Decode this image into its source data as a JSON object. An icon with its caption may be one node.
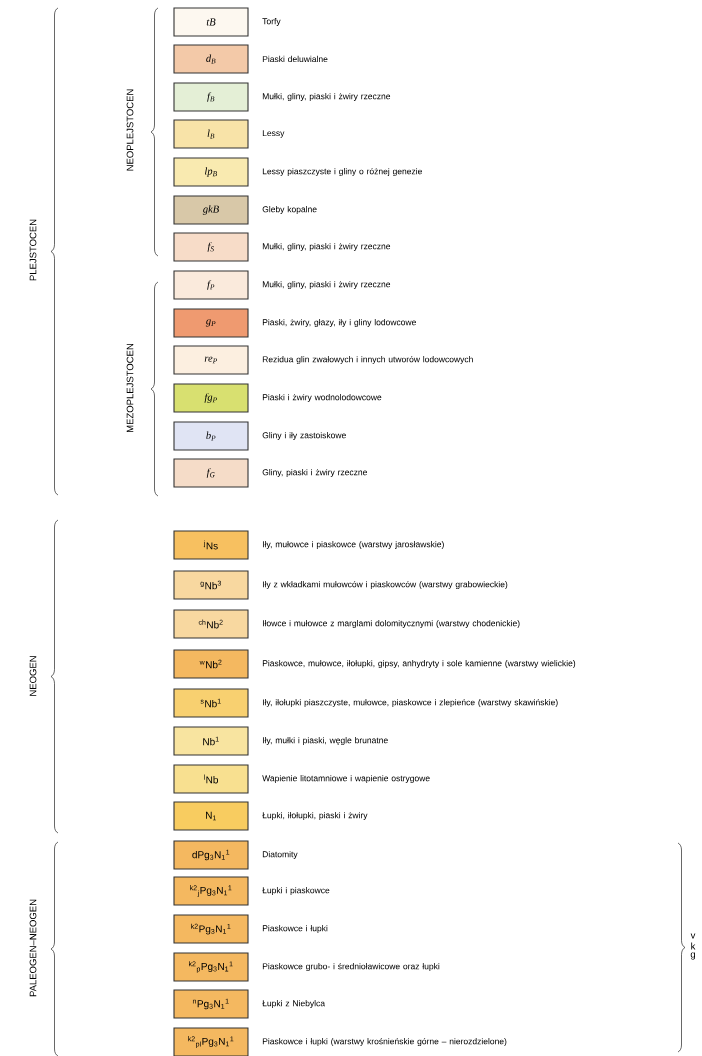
{
  "diagram": {
    "nodes": [
      {
        "text": [
          "tB"
        ],
        "beside": [
          "Torfy"
        ]
      },
      {
        "text": [
          "d$_{B}$"
        ],
        "beside": [
          "Piaski deluwialne"
        ]
      },
      {
        "text": [
          "f$_{B}$"
        ],
        "beside": [
          "Mułki, gliny, piaski i żwiry rzeczne"
        ]
      },
      {
        "text": [
          "l$_{B}$"
        ],
        "beside": [
          "Lessy"
        ]
      },
      {
        "text": [
          "lp$_{B}$"
        ],
        "beside": [
          "Lessy piaszczyste i gliny o różnej genezie"
        ]
      },
      {
        "text": [
          "gkB"
        ],
        "beside": [
          "Gleby kopalne"
        ]
      },
      {
        "text": [
          "f$_{S}$"
        ],
        "beside": [
          "Mułki, gliny, piaski i żwiry rzeczne"
        ]
      },
      {
        "text": [
          "f$_{P}$"
        ],
        "beside": [
          "Mułki, gliny, piaski i żwiry rzeczne"
        ]
      },
      {
        "text": [
          "g$_{P}$"
        ],
        "beside": [
          "Piaski, żwiry, głazy, iły i gliny lodowcowe"
        ]
      },
      {
        "text": [
          "re$_{P}$"
        ],
        "beside": [
          "Rezidua glin zwałowych i innych utworów lodowcowych"
        ]
      },
      {
        "text": [
          "fg$_{P}$"
        ],
        "beside": [
          "Piaski i żwiry wodnolodowcowe"
        ]
      },
      {
        "text": [
          "b$_{P}$"
        ],
        "beside": [
          "Gliny i iły zastoiskowe"
        ]
      },
      {
        "text": [
          "f$_{G}$"
        ],
        "beside": [
          "Gliny, piaski i żwiry rzeczne"
        ]
      },
      {
        "text": [
          "$^{j}$Ns"
        ],
        "beside": [
          "Iły, mułowce i piaskowce (warstwy jarosławskie)"
        ]
      },
      {
        "text": [
          "$^{g}$Nb$^{3}$"
        ],
        "beside": [
          "Iły z wkładkami mułowców i piaskowców (warstwy grabowieckie)"
        ]
      },
      {
        "text": [
          "$^{ch}$Nb$^{2}$"
        ],
        "beside": [
          "Iłowce i mułowce z marglami dolomitycznymi (warstwy chodenickie)"
        ]
      },
      {
        "text": [
          "$^{w}$Nb$^{2}$"
        ],
        "beside": [
          "Piaskowce, mułowce, iłołupki, gipsy, anhydryty i sole kamienne (warstwy wielickie)"
        ]
      },
      {
        "text": [
          "$^{s}$Nb$^{1}$"
        ],
        "beside": [
          "Iły, iłołupki piaszczyste, mułowce, piaskowce i zlepieńce (warstwy skawińskie)"
        ]
      },
      {
        "text": [
          "Nb$^{1}$"
        ],
        "beside": [
          "Iły, mułki i piaski, węgle brunatne"
        ]
      },
      {
        "text": [
          "$^{l}$Nb"
        ],
        "beside": [
          "Wapienie litotamniowe i wapienie ostrygowe"
        ]
      },
      {
        "text": [
          "N$_{1}$"
        ],
        "beside": [
          "Łupki, iłołupki, piaski i żwiry"
        ]
      },
      {
        "text": [
          "dPg$_{3}$N$_{1}$$^{1}$"
        ],
        "beside": [
          "Diatomity"
        ]
      },
      {
        "text": [
          "$^{k2}$$_{j}$Pg$_{3}$N$_{1}$$^{1}$"
        ],
        "beside": [
          "Łupki i piaskowce"
        ]
      },
      {
        "text": [
          "$^{k2}$Pg$_{3}$N$_{1}$$^{1}$"
        ],
        "beside": [
          "Piaskowce i łupki"
        ]
      },
      {
        "text": [
          "$^{k2}$$_{p}$Pg$_{3}$N$_{1}$$^{1}$"
        ],
        "beside": [
          "Piaskowce grubo- i średnioławicowe oraz łupki"
        ]
      },
      {
        "text": [
          "$^{n}$Pg$_{3}$N$_{1}$$^{1}$"
        ],
        "beside": [
          "Łupki z Niebylca"
        ]
      },
      {
        "text": [
          "$^{k2}$$_{pl}$Pg$_{3}$N$_{1}$$^{1}$"
        ],
        "beside": [
          "Piaskowce i łupki (warstwy krośnieńskie górne – nierozdzielone)"
        ]
      }
    ],
    "labels": [
      "PLEJSTOCEN",
      "NEOPLEJSTOCEN",
      "MEZOPLEJSTOCEN",
      "NEOGEN",
      "PALEOGEN–NEOGEN",
      "v",
      "k",
      "g"
    ]
  }
}
